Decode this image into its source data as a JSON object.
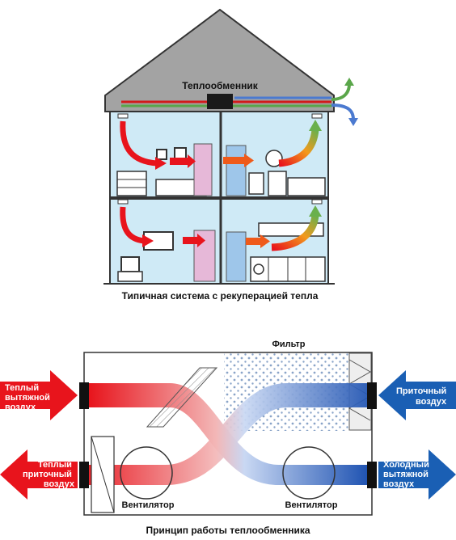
{
  "house": {
    "heat_exchanger_label": "Теплообменник",
    "caption": "Типичная система с рекуперацией тепла"
  },
  "exchanger": {
    "filter_label": "Фильтр",
    "fan_left_label": "Вентилятор",
    "fan_right_label": "Вентилятор",
    "caption": "Принцип работы теплообменника",
    "arrows": {
      "warm_exhaust": [
        "Теплый",
        "вытяжной",
        "воздух"
      ],
      "warm_supply": [
        "Теплый",
        "приточный",
        "воздух"
      ],
      "supply": [
        "Приточный",
        "воздух"
      ],
      "cold_exhaust": [
        "Холодный",
        "вытяжной",
        "воздух"
      ]
    }
  },
  "colors": {
    "warm": "#e8141c",
    "cold": "#1a5fb4",
    "roof": "#a3a3a3",
    "room": "#cfeaf6",
    "outline": "#333333"
  }
}
